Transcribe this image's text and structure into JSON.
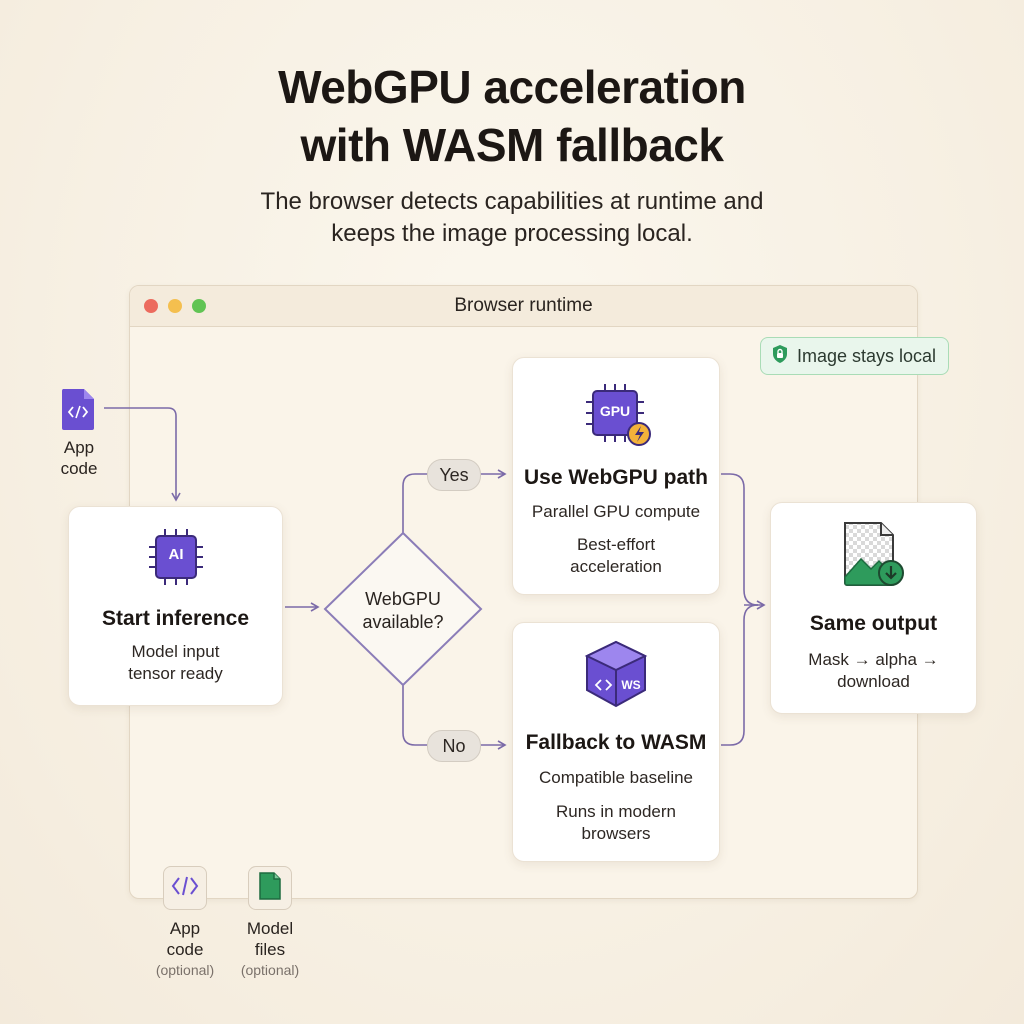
{
  "title_line1": "WebGPU acceleration",
  "title_line2": "with WASM fallback",
  "subtitle_line1": "The browser detects capabilities at runtime and",
  "subtitle_line2": "keeps the image processing local.",
  "window": {
    "title": "Browser runtime"
  },
  "badge": {
    "label": "Image stays local"
  },
  "app_code_top": {
    "line1": "App",
    "line2": "code"
  },
  "start": {
    "chip": "AI",
    "title": "Start inference",
    "line1": "Model input",
    "line2": "tensor ready"
  },
  "decision": {
    "line1": "WebGPU",
    "line2": "available?"
  },
  "yes_label": "Yes",
  "no_label": "No",
  "webgpu": {
    "chip": "GPU",
    "title": "Use WebGPU path",
    "line1": "Parallel GPU compute",
    "line2": "Best-effort",
    "line3": "acceleration"
  },
  "wasm": {
    "chip": "WS",
    "title": "Fallback to WASM",
    "line1": "Compatible baseline",
    "line2": "Runs in modern",
    "line3": "browsers"
  },
  "output": {
    "title": "Same output",
    "line1": "Mask → alpha →",
    "line2": "download"
  },
  "bottom_app": {
    "line1": "App",
    "line2": "code",
    "note": "(optional)"
  },
  "bottom_model": {
    "line1": "Model",
    "line2": "files",
    "note": "(optional)"
  },
  "colors": {
    "accent": "#6a4fd1",
    "wire": "#7b6aa8",
    "green": "#2e9b5c",
    "badge_bg": "#e9f6ec"
  }
}
